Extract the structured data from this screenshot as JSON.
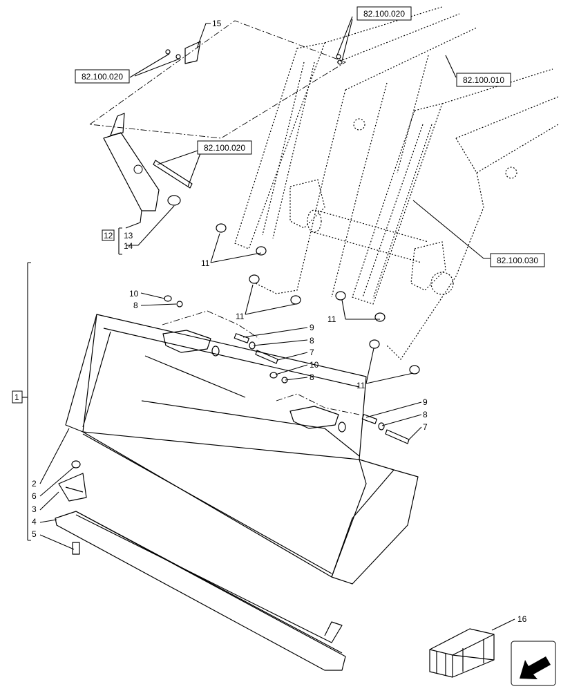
{
  "refs": {
    "r1": "82.100.020",
    "r2": "82.100.020",
    "r3": "82.100.010",
    "r4": "82.100.020",
    "r5": "82.100.030"
  },
  "labels": {
    "n15": "15",
    "n12": "12",
    "n13": "13",
    "n14": "14",
    "n11a": "11",
    "n11b": "11",
    "n11c": "11",
    "n11d": "11",
    "n10a": "10",
    "n8a": "8",
    "n9a": "9",
    "n8b": "8",
    "n7a": "7",
    "n10b": "10",
    "n8c": "8",
    "n9b": "9",
    "n8d": "8",
    "n7b": "7",
    "n1": "1",
    "n2": "2",
    "n6": "6",
    "n3": "3",
    "n4": "4",
    "n5": "5",
    "n16": "16"
  }
}
